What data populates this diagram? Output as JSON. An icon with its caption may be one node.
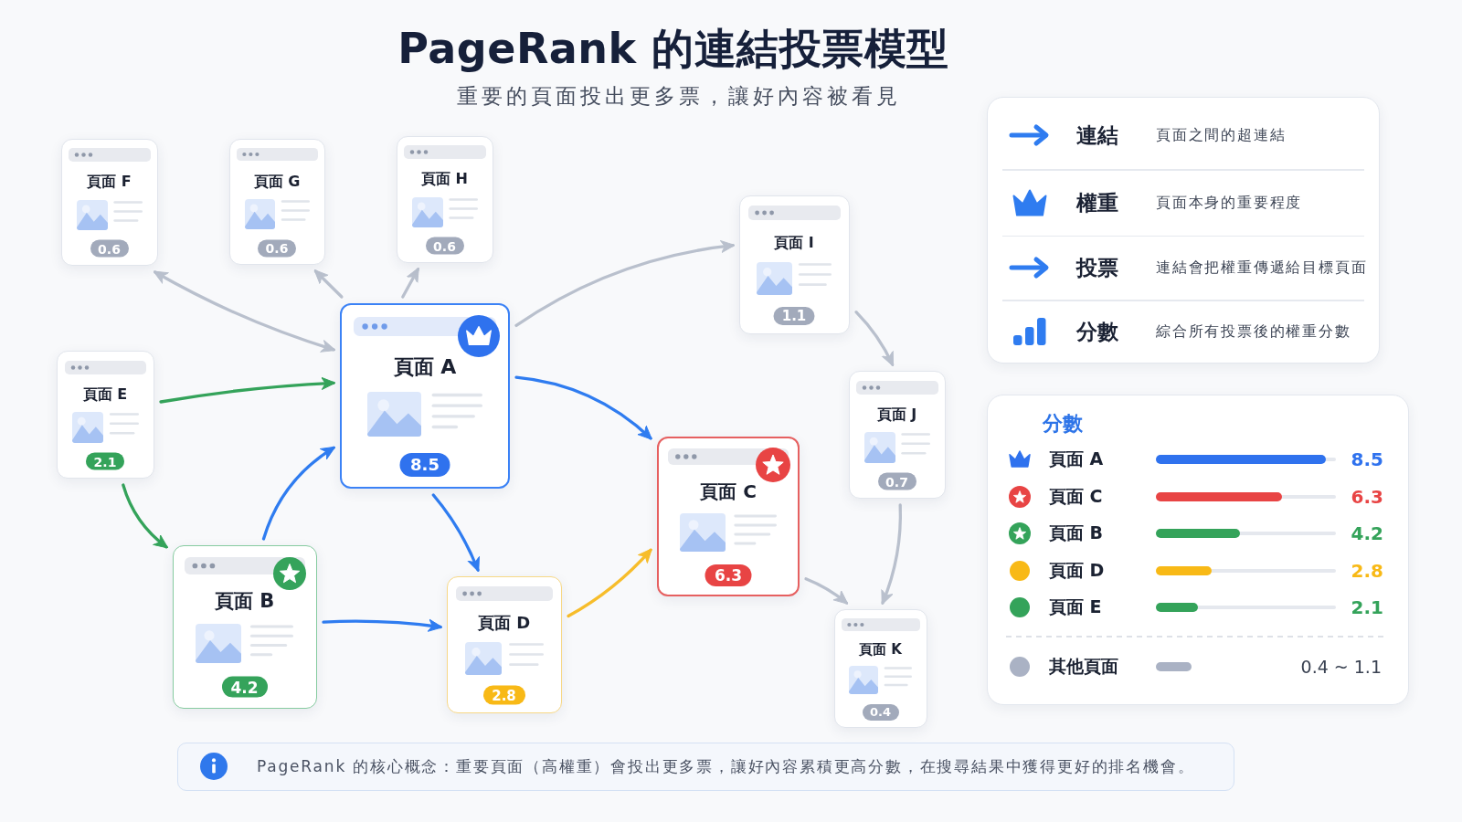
{
  "diagram": {
    "title": "PageRank 的連結投票模型",
    "nodes": [
      {
        "text": [
          "頁面 F",
          "0.6"
        ]
      },
      {
        "text": [
          "頁面 G",
          "0.6"
        ]
      },
      {
        "text": [
          "頁面 H",
          "0.6"
        ]
      },
      {
        "text": [
          "頁面 I",
          "1.1"
        ]
      },
      {
        "text": [
          "頁面 A",
          "8.5"
        ]
      },
      {
        "text": [
          "頁面 E",
          "2.1"
        ]
      },
      {
        "text": [
          "頁面 J",
          "0.7"
        ]
      },
      {
        "text": [
          "頁面 C",
          "6.3"
        ]
      },
      {
        "text": [
          "頁面 B",
          "4.2"
        ]
      },
      {
        "text": [
          "頁面 D",
          "2.8"
        ]
      },
      {
        "text": [
          "頁面 K",
          "0.4"
        ]
      },
      {
        "text": [
          "PageRank 的核心概念：重要頁面（高權重）會投出更多票，讓好內容累積更高分數，在搜尋結果中獲得更好的排名機會。"
        ]
      }
    ],
    "edges": [
      {
        "from": 4,
        "to": 0,
        "arrow": "both"
      },
      {
        "from": 4,
        "to": 1,
        "arrow": "to"
      },
      {
        "from": 4,
        "to": 2,
        "arrow": "to"
      },
      {
        "from": 4,
        "to": 3,
        "arrow": "to"
      },
      {
        "from": 5,
        "to": 4,
        "arrow": "to",
        "color": "#34a35a"
      },
      {
        "from": 5,
        "to": 8,
        "arrow": "to",
        "color": "#34a35a"
      },
      {
        "from": 8,
        "to": 4,
        "arrow": "to",
        "color": "#2f7cf0"
      },
      {
        "from": 4,
        "to": 7,
        "arrow": "to",
        "color": "#2f7cf0"
      },
      {
        "from": 4,
        "to": 9,
        "arrow": "to",
        "color": "#2f7cf0"
      },
      {
        "from": 8,
        "to": 9,
        "arrow": "to",
        "color": "#2f7cf0"
      },
      {
        "from": 9,
        "to": 7,
        "arrow": "to",
        "color": "#f7bd2b"
      },
      {
        "from": 3,
        "to": 6,
        "arrow": "to"
      },
      {
        "from": 6,
        "to": 10,
        "arrow": "to"
      },
      {
        "from": 7,
        "to": 10,
        "arrow": "to"
      }
    ],
    "labels": [
      "重要的頁面投出更多票，讓好內容被看見",
      "頁面之間的超連結",
      "頁面本身的重要程度",
      "連結會把權重傳遞給目標頁面",
      "綜合所有投票後的權重分數",
      "其他頁面",
      "0.4 ~ 1.1"
    ],
    "legend": [
      {
        "text": "連結"
      },
      {
        "text": "權重"
      },
      {
        "text": "投票"
      },
      {
        "text": "分數"
      }
    ],
    "chart_data": {
      "type": "bar",
      "orientation": "horizontal",
      "title": "分數",
      "categories": [
        "頁面 A",
        "頁面 C",
        "頁面 B",
        "頁面 D",
        "頁面 E"
      ],
      "values": [
        8.5,
        6.3,
        4.2,
        2.8,
        2.1
      ],
      "xlim": [
        0,
        9
      ],
      "data_labels": true
    }
  }
}
